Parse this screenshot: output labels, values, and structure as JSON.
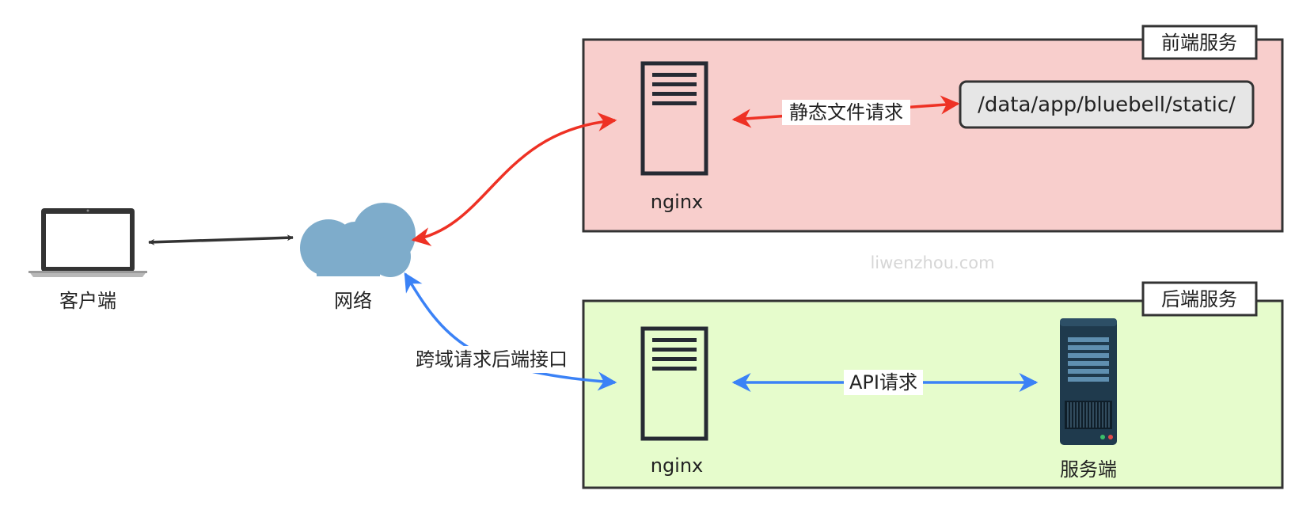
{
  "groups": {
    "frontend": {
      "title": "前端服务",
      "fill": "#f8cecc"
    },
    "backend": {
      "title": "后端服务",
      "fill": "#e6fccc"
    }
  },
  "nodes": {
    "client": {
      "label": "客户端"
    },
    "network": {
      "label": "网络",
      "color": "#7eaccb"
    },
    "nginx_front": {
      "label": "nginx"
    },
    "nginx_back": {
      "label": "nginx"
    },
    "server": {
      "label": "服务端"
    },
    "static_path": {
      "label": "/data/app/bluebell/static/",
      "fill": "#e6e6e6"
    }
  },
  "edges": {
    "client_network": {
      "color": "#333333"
    },
    "network_frontend": {
      "color": "#ee3124"
    },
    "static_request": {
      "label": "静态文件请求",
      "color": "#ee3124"
    },
    "cors_request": {
      "label": "跨域请求后端接口",
      "color": "#3b82f6"
    },
    "api_request": {
      "label": "API请求",
      "color": "#3b82f6"
    }
  },
  "watermark": "liwenzhou.com"
}
